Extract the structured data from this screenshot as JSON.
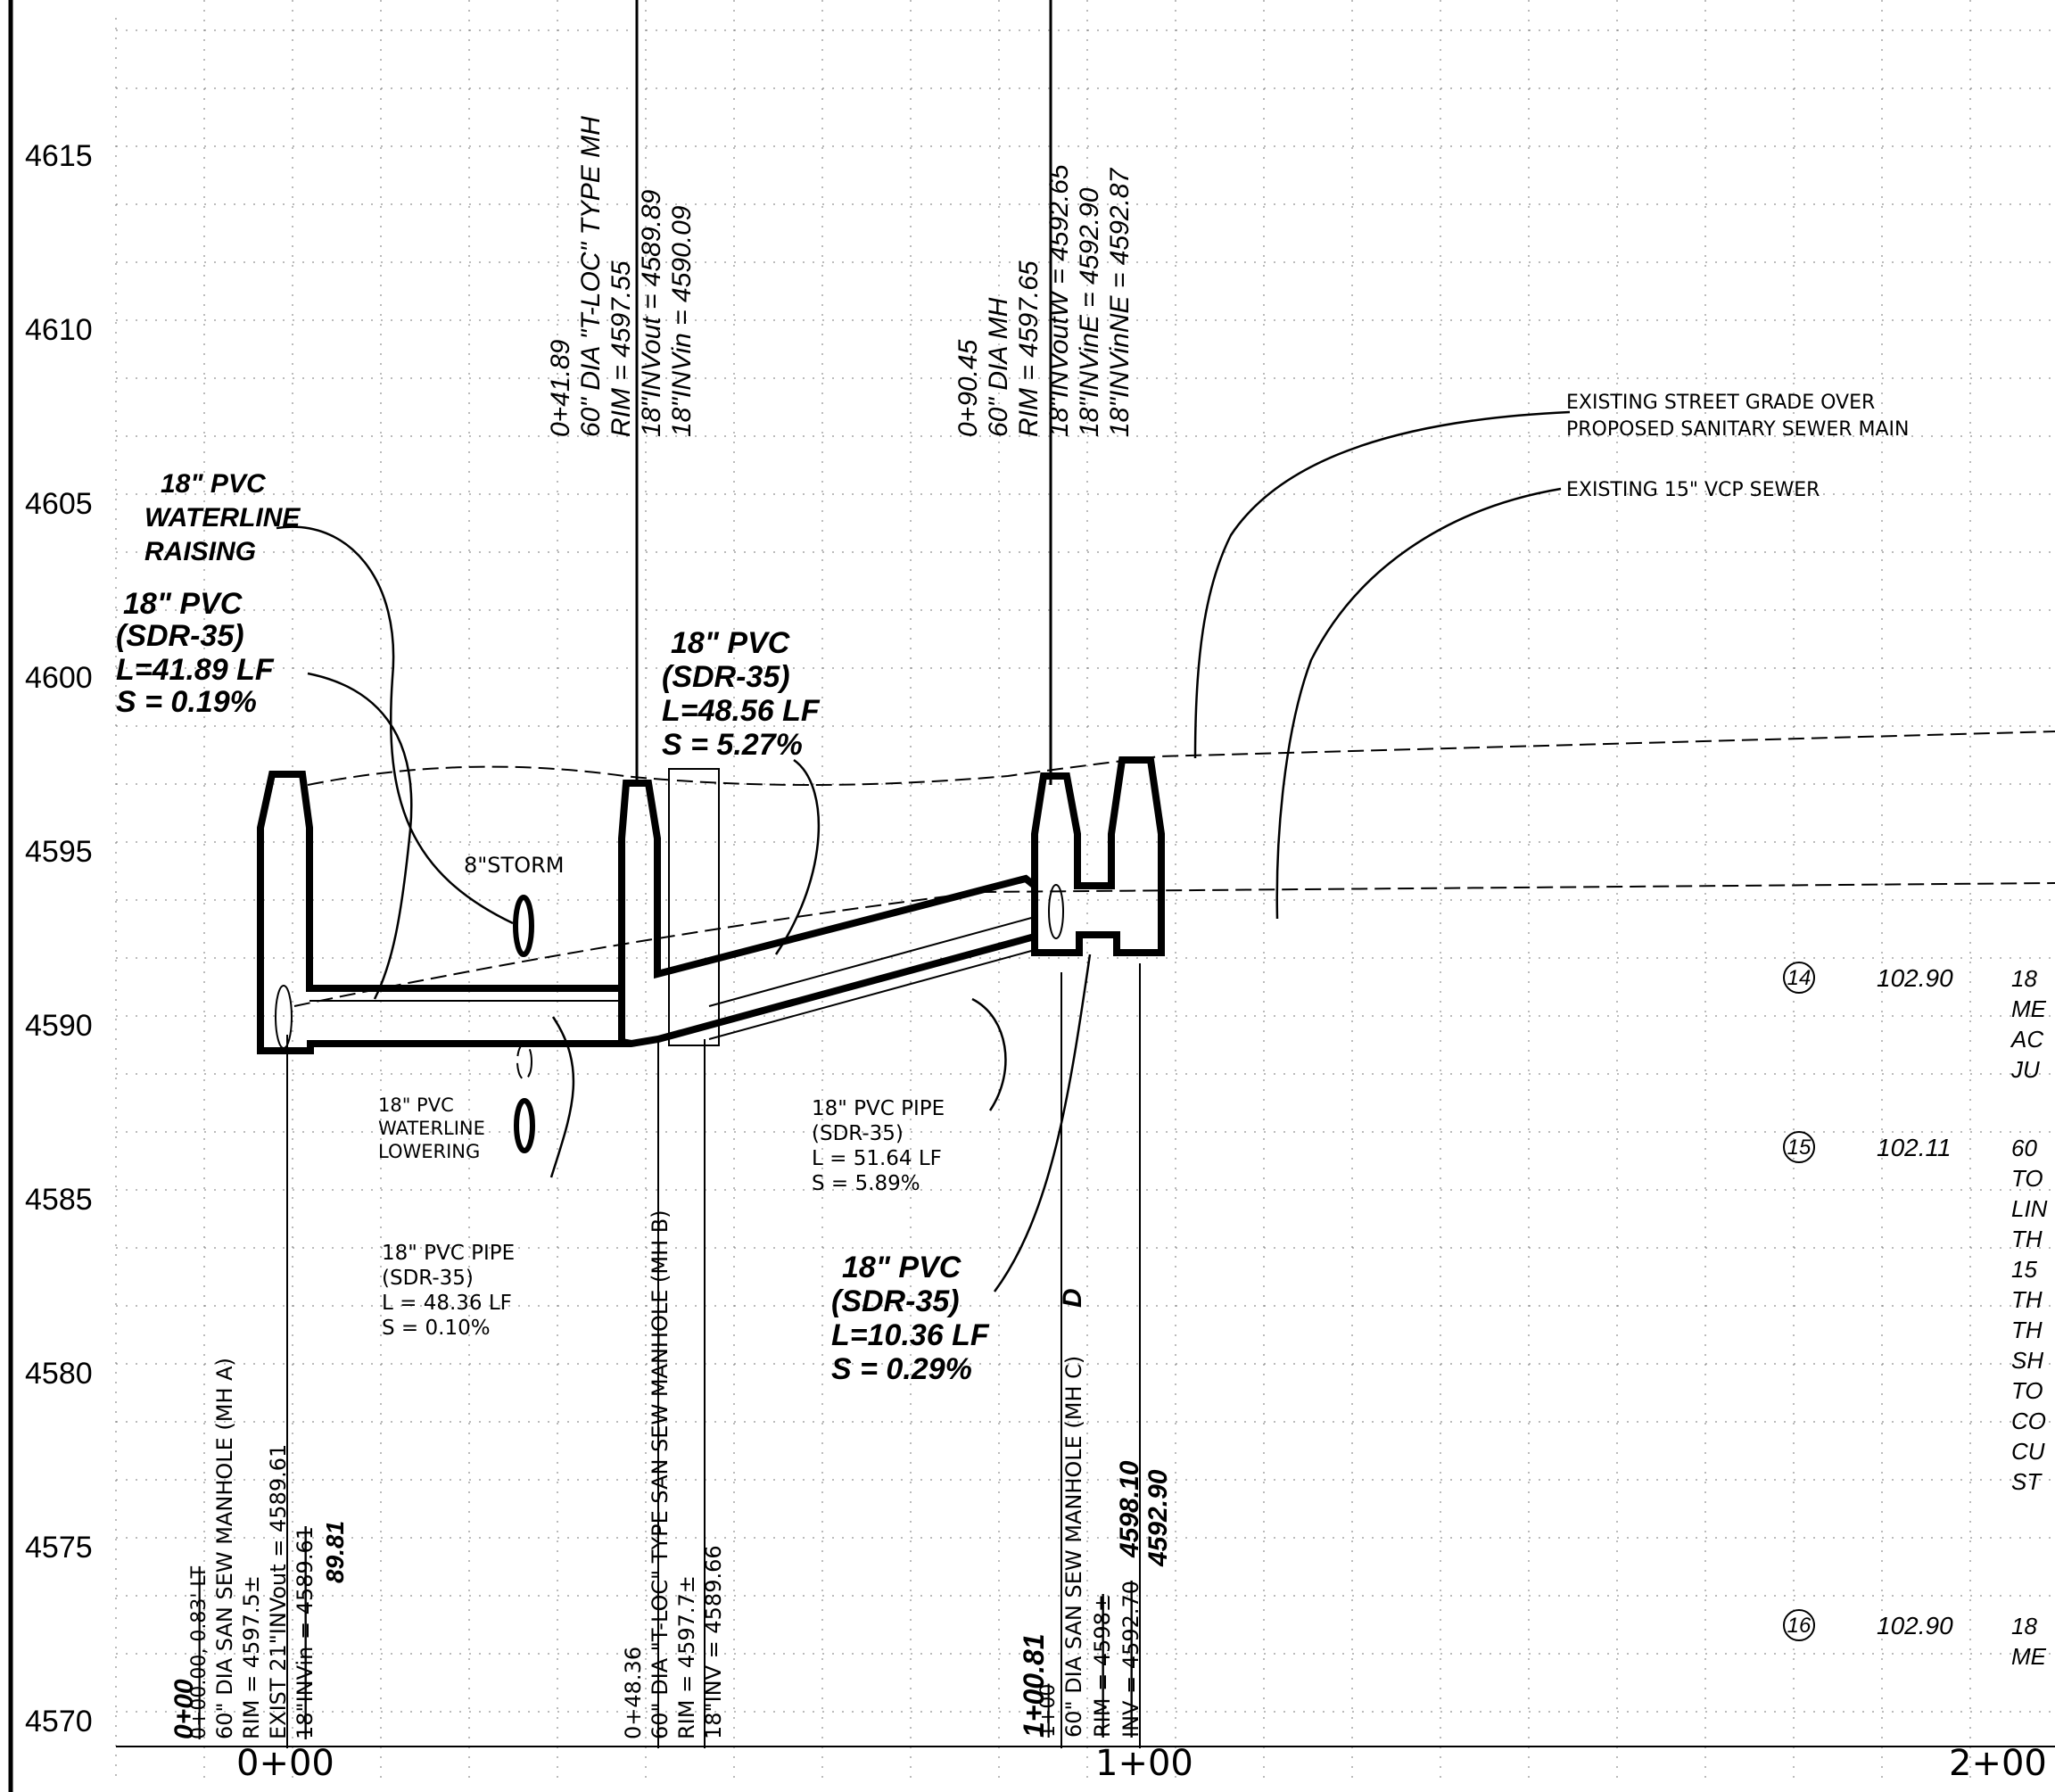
{
  "elevation_axis": [
    "4615",
    "4610",
    "4605",
    "4600",
    "4595",
    "4590",
    "4585",
    "4580",
    "4575",
    "4570"
  ],
  "station_axis": [
    "0+00",
    "1+00",
    "2+00"
  ],
  "top_labels": {
    "mh_b": [
      "0+41.89",
      "60\" DIA \"T-LOC\" TYPE MH",
      "RIM = 4597.55",
      "18\"INVout = 4589.89",
      "18\"INVin = 4590.09"
    ],
    "mh_c": [
      "0+90.45",
      "60\" DIA MH",
      "RIM = 4597.65",
      "18\"INVoutW = 4592.65",
      "18\"INVinE = 4592.90",
      "18\"INVinNE = 4592.87"
    ]
  },
  "callouts": {
    "waterline_raising": [
      "18\" PVC",
      "WATERLINE",
      "RAISING"
    ],
    "pipe1_design": [
      "18\" PVC",
      "(SDR-35)",
      "L=41.89 LF",
      "S = 0.19%"
    ],
    "pipe2_design": [
      "18\" PVC",
      "(SDR-35)",
      "L=48.56 LF",
      "S = 5.27%"
    ],
    "pipe3_design": [
      "18\" PVC",
      "(SDR-35)",
      "L=10.36 LF",
      "S = 0.29%"
    ],
    "storm": "8\"STORM",
    "waterline_lowering": [
      "18\" PVC",
      "WATERLINE",
      "LOWERING"
    ],
    "pipe_exist_a": [
      "18\" PVC PIPE",
      "(SDR-35)",
      "L = 48.36 LF",
      "S = 0.10%"
    ],
    "pipe_exist_b": [
      "18\" PVC PIPE",
      "(SDR-35)",
      "L = 51.64 LF",
      "S = 5.89%"
    ],
    "street_grade": [
      "EXISTING STREET GRADE OVER",
      "PROPOSED SANITARY SEWER MAIN"
    ],
    "exist_vcp": "EXISTING 15\" VCP SEWER"
  },
  "bottom_labels": {
    "mh_a": {
      "sta_new": "0+00",
      "sta_old": "0+00.00, 0.83' LT",
      "desc": "60\" DIA SAN SEW MANHOLE (MH A)",
      "rim": "RIM = 4597.5±",
      "inv_out": "EXIST 21\"INVout = 4589.61",
      "inv_in_old": "18\"INVin = 4589.61",
      "inv_in_new": "89.81"
    },
    "mh_b": {
      "sta": "0+48.36",
      "desc": "60\" DIA \"T-LOC\" TYPE SAN SEW MANHOLE (MH B)",
      "rim": "RIM = 4597.7±",
      "inv": "18\"INV = 4589.66"
    },
    "mh_c": {
      "sta_new": "1+00.81",
      "sta_old": "1+00",
      "desc": "60\" DIA SAN SEW MANHOLE (MH C)",
      "rim_old": "RIM = 4598±",
      "rim_new": "4598.10",
      "inv_old": "INV = 4592.70",
      "inv_new": "4592.90",
      "mark": "D"
    }
  },
  "notes": [
    {
      "num": "14",
      "sta": "102.90",
      "text": [
        "18",
        "ME",
        "AC",
        "JU"
      ]
    },
    {
      "num": "15",
      "sta": "102.11",
      "text": [
        "60",
        "TO",
        "LIN",
        "TH",
        "15",
        "TH",
        "TH",
        "SH",
        "TO",
        "CO",
        "CU",
        "ST"
      ]
    },
    {
      "num": "16",
      "sta": "102.90",
      "text": [
        "18",
        "ME"
      ]
    }
  ]
}
